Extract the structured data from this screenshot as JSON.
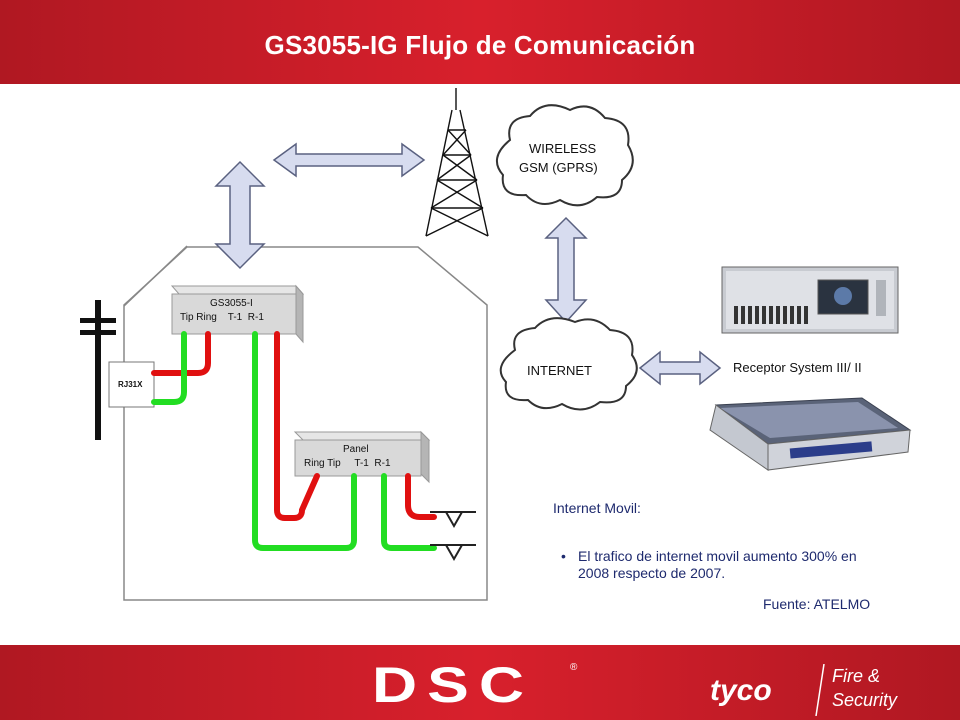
{
  "title": "GS3055-IG Flujo de Comunicación",
  "diagram": {
    "gs_box": {
      "name": "GS3055-I",
      "terminals": "Tip Ring    T-1  R-1"
    },
    "panel_box": {
      "name": "Panel",
      "terminals": "Ring Tip     T-1  R-1"
    },
    "rj31x": "RJ31X",
    "wireless_cloud": {
      "line1": "WIRELESS",
      "line2": "GSM (GPRS)"
    },
    "internet_cloud": "INTERNET",
    "receiver_label": "Receptor System III/ II",
    "colors": {
      "red_wire": "#e01010",
      "green_wire": "#22dd22",
      "arrow_fill": "#d7dcef",
      "arrow_stroke": "#5a6180"
    }
  },
  "notes": {
    "heading": "Internet Movil:",
    "bullet_symbol": "•",
    "bullet_text": "El trafico de internet movil aumento 300% en 2008 respecto de 2007.",
    "source": "Fuente: ATELMO"
  },
  "footer": {
    "brand_left": "DSC",
    "registered": "®",
    "brand_right": "tyco",
    "tagline_line1": "Fire &",
    "tagline_line2": "Security"
  }
}
